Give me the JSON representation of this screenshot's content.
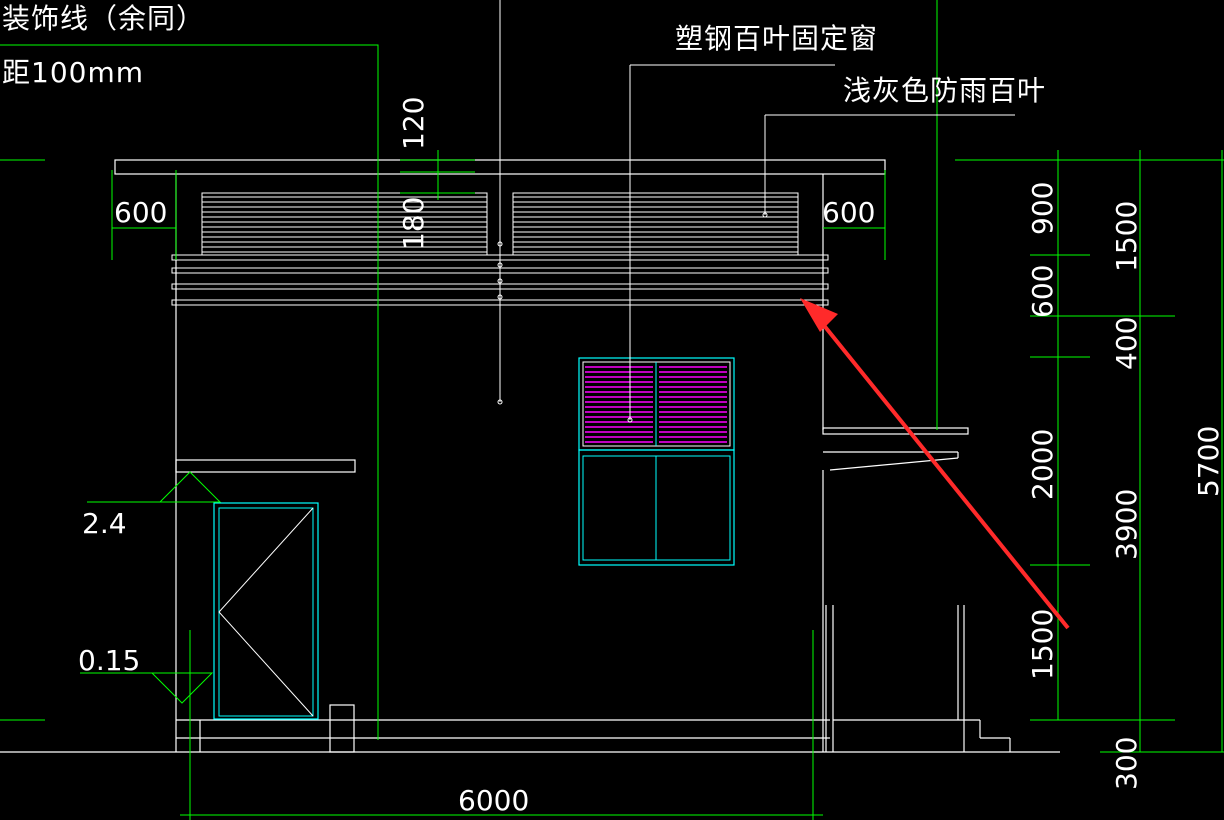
{
  "annotations": {
    "decor_line_note": "装饰线（余同）",
    "spacing_note": "距100mm",
    "window_note": "塑钢百叶固定窗",
    "louver_note": "浅灰色防雨百叶"
  },
  "dimensions": {
    "top_120": "120",
    "top_180": "180",
    "left_600": "600",
    "right_600": "600",
    "level_2_4": "2.4",
    "level_0_15": "0.15",
    "width_6000": "6000",
    "col1_900": "900",
    "col1_600": "600",
    "col1_400": "400",
    "col1_2000": "2000",
    "col1_1500": "1500",
    "col2_1500": "1500",
    "col2_3900": "3900",
    "col3_5700": "5700",
    "bottom_300": "300"
  },
  "colors": {
    "background": "#000000",
    "outline": "#ffffff",
    "dimension": "#00ff00",
    "frame": "#00ffff",
    "louver": "#ff00ff",
    "arrow": "#ff2a2a"
  }
}
